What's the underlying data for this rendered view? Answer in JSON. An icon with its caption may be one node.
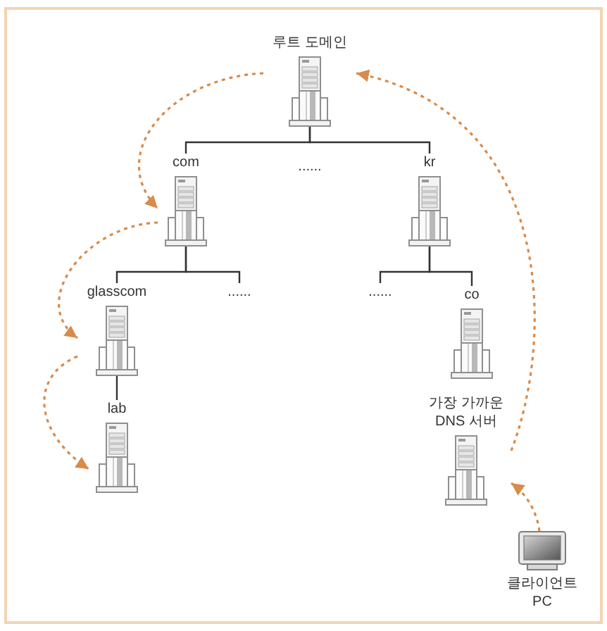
{
  "diagram": {
    "nodes": [
      {
        "text": [
          "루트 도메인"
        ]
      },
      {
        "text": [
          "com"
        ]
      },
      {
        "text": [
          "kr"
        ]
      },
      {
        "text": [
          "glasscom"
        ]
      },
      {
        "text": [
          "......"
        ]
      },
      {
        "text": [
          "......"
        ]
      },
      {
        "text": [
          "co"
        ]
      },
      {
        "text": [
          "lab"
        ]
      },
      {
        "text": [
          "가장 가까운 DNS 서버"
        ]
      },
      {
        "text": [
          "클라이언트 PC"
        ]
      }
    ],
    "edges": [
      {
        "from": 0,
        "to": 1,
        "arrow": "none"
      },
      {
        "from": 0,
        "to": 2,
        "arrow": "none"
      },
      {
        "from": 1,
        "to": 3,
        "arrow": "none"
      },
      {
        "from": 1,
        "to": 4,
        "arrow": "none"
      },
      {
        "from": 2,
        "to": 5,
        "arrow": "none"
      },
      {
        "from": 2,
        "to": 6,
        "arrow": "none"
      },
      {
        "from": 3,
        "to": 7,
        "arrow": "none"
      },
      {
        "from": 9,
        "to": 8,
        "arrow": "to",
        "style": "dashed",
        "color": "#d98b4b"
      },
      {
        "from": 8,
        "to": 0,
        "arrow": "to",
        "style": "dashed",
        "color": "#d98b4b"
      },
      {
        "from": 0,
        "to": 1,
        "arrow": "to",
        "style": "dashed",
        "color": "#d98b4b"
      },
      {
        "from": 1,
        "to": 3,
        "arrow": "to",
        "style": "dashed",
        "color": "#d98b4b"
      },
      {
        "from": 3,
        "to": 7,
        "arrow": "to",
        "style": "dashed",
        "color": "#d98b4b"
      }
    ],
    "labels": [
      "......"
    ]
  }
}
